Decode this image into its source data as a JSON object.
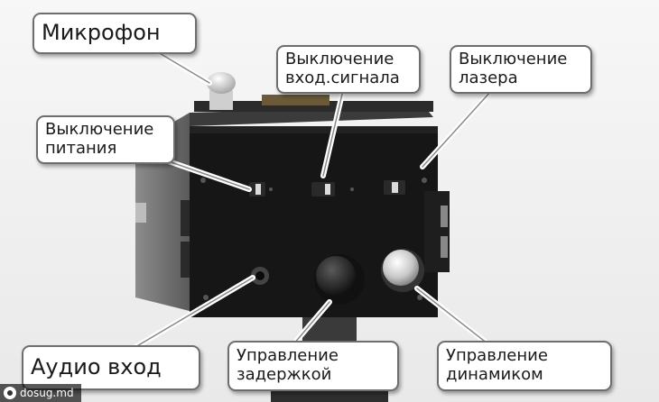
{
  "labels": {
    "microphone": "Микрофон",
    "input_off": [
      "Выключение",
      "вход.сигнала"
    ],
    "laser_off": [
      "Выключение",
      "лазера"
    ],
    "power_off": [
      "Выключение",
      "питания"
    ],
    "audio_in": "Аудио вход",
    "delay_ctrl": [
      "Управление",
      "задержкой"
    ],
    "speaker_ctrl": [
      "Управление",
      "динамиком"
    ]
  },
  "watermark": {
    "text": "dosug.md"
  }
}
